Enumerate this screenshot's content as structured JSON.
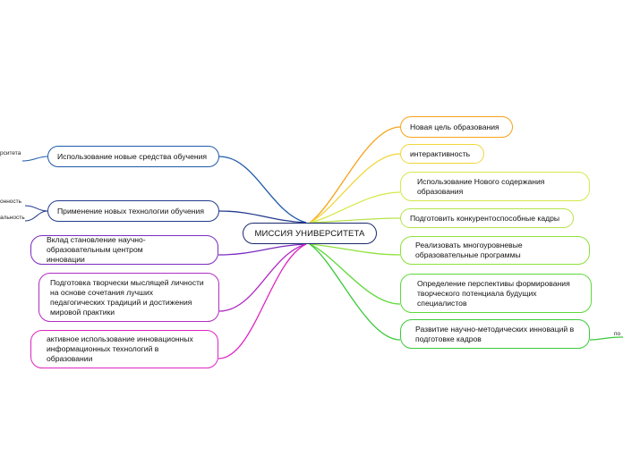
{
  "central": {
    "title": "МИССИЯ УНИВЕРСИТЕТА",
    "border": "#1a2a6c"
  },
  "right_nodes": [
    {
      "text": "Новая цель образования",
      "color": "#f7a21b"
    },
    {
      "text": "интерактивность",
      "color": "#f1d63a"
    },
    {
      "text": "Использование Нового содержания образования",
      "color": "#d6e84a"
    },
    {
      "text": "Подготовить конкурентоспособные кадры",
      "color": "#b6e34a"
    },
    {
      "text": "Реализовать многоуровневые образовательные программы",
      "color": "#8ee13c"
    },
    {
      "text": "Определение перспективы формирования творческого потенциала будущих специалистов",
      "color": "#5ed83a"
    },
    {
      "text": "Развитие научно-методических инноваций в подготовке кадров",
      "color": "#3cc93c"
    }
  ],
  "left_nodes": [
    {
      "text": "Использование новые средства обучения",
      "color": "#1e5aa8"
    },
    {
      "text": "Применение новых технологии обучения",
      "color": "#223a8c"
    },
    {
      "text": "Вклад становление научно-образовательным центром инновации",
      "color": "#7a2bbf"
    },
    {
      "text": "Подготовка творчески мыслящей личности на основе сочетания лучших педагогических традиций и достижения мировой практики",
      "color": "#b22cc4"
    },
    {
      "text": "активное использование инновационных информационных технологий в образовании",
      "color": "#e024c0"
    }
  ],
  "fragments": {
    "left_1": "рситета",
    "left_2": "онность",
    "left_3": "альность",
    "right_1": "по"
  }
}
